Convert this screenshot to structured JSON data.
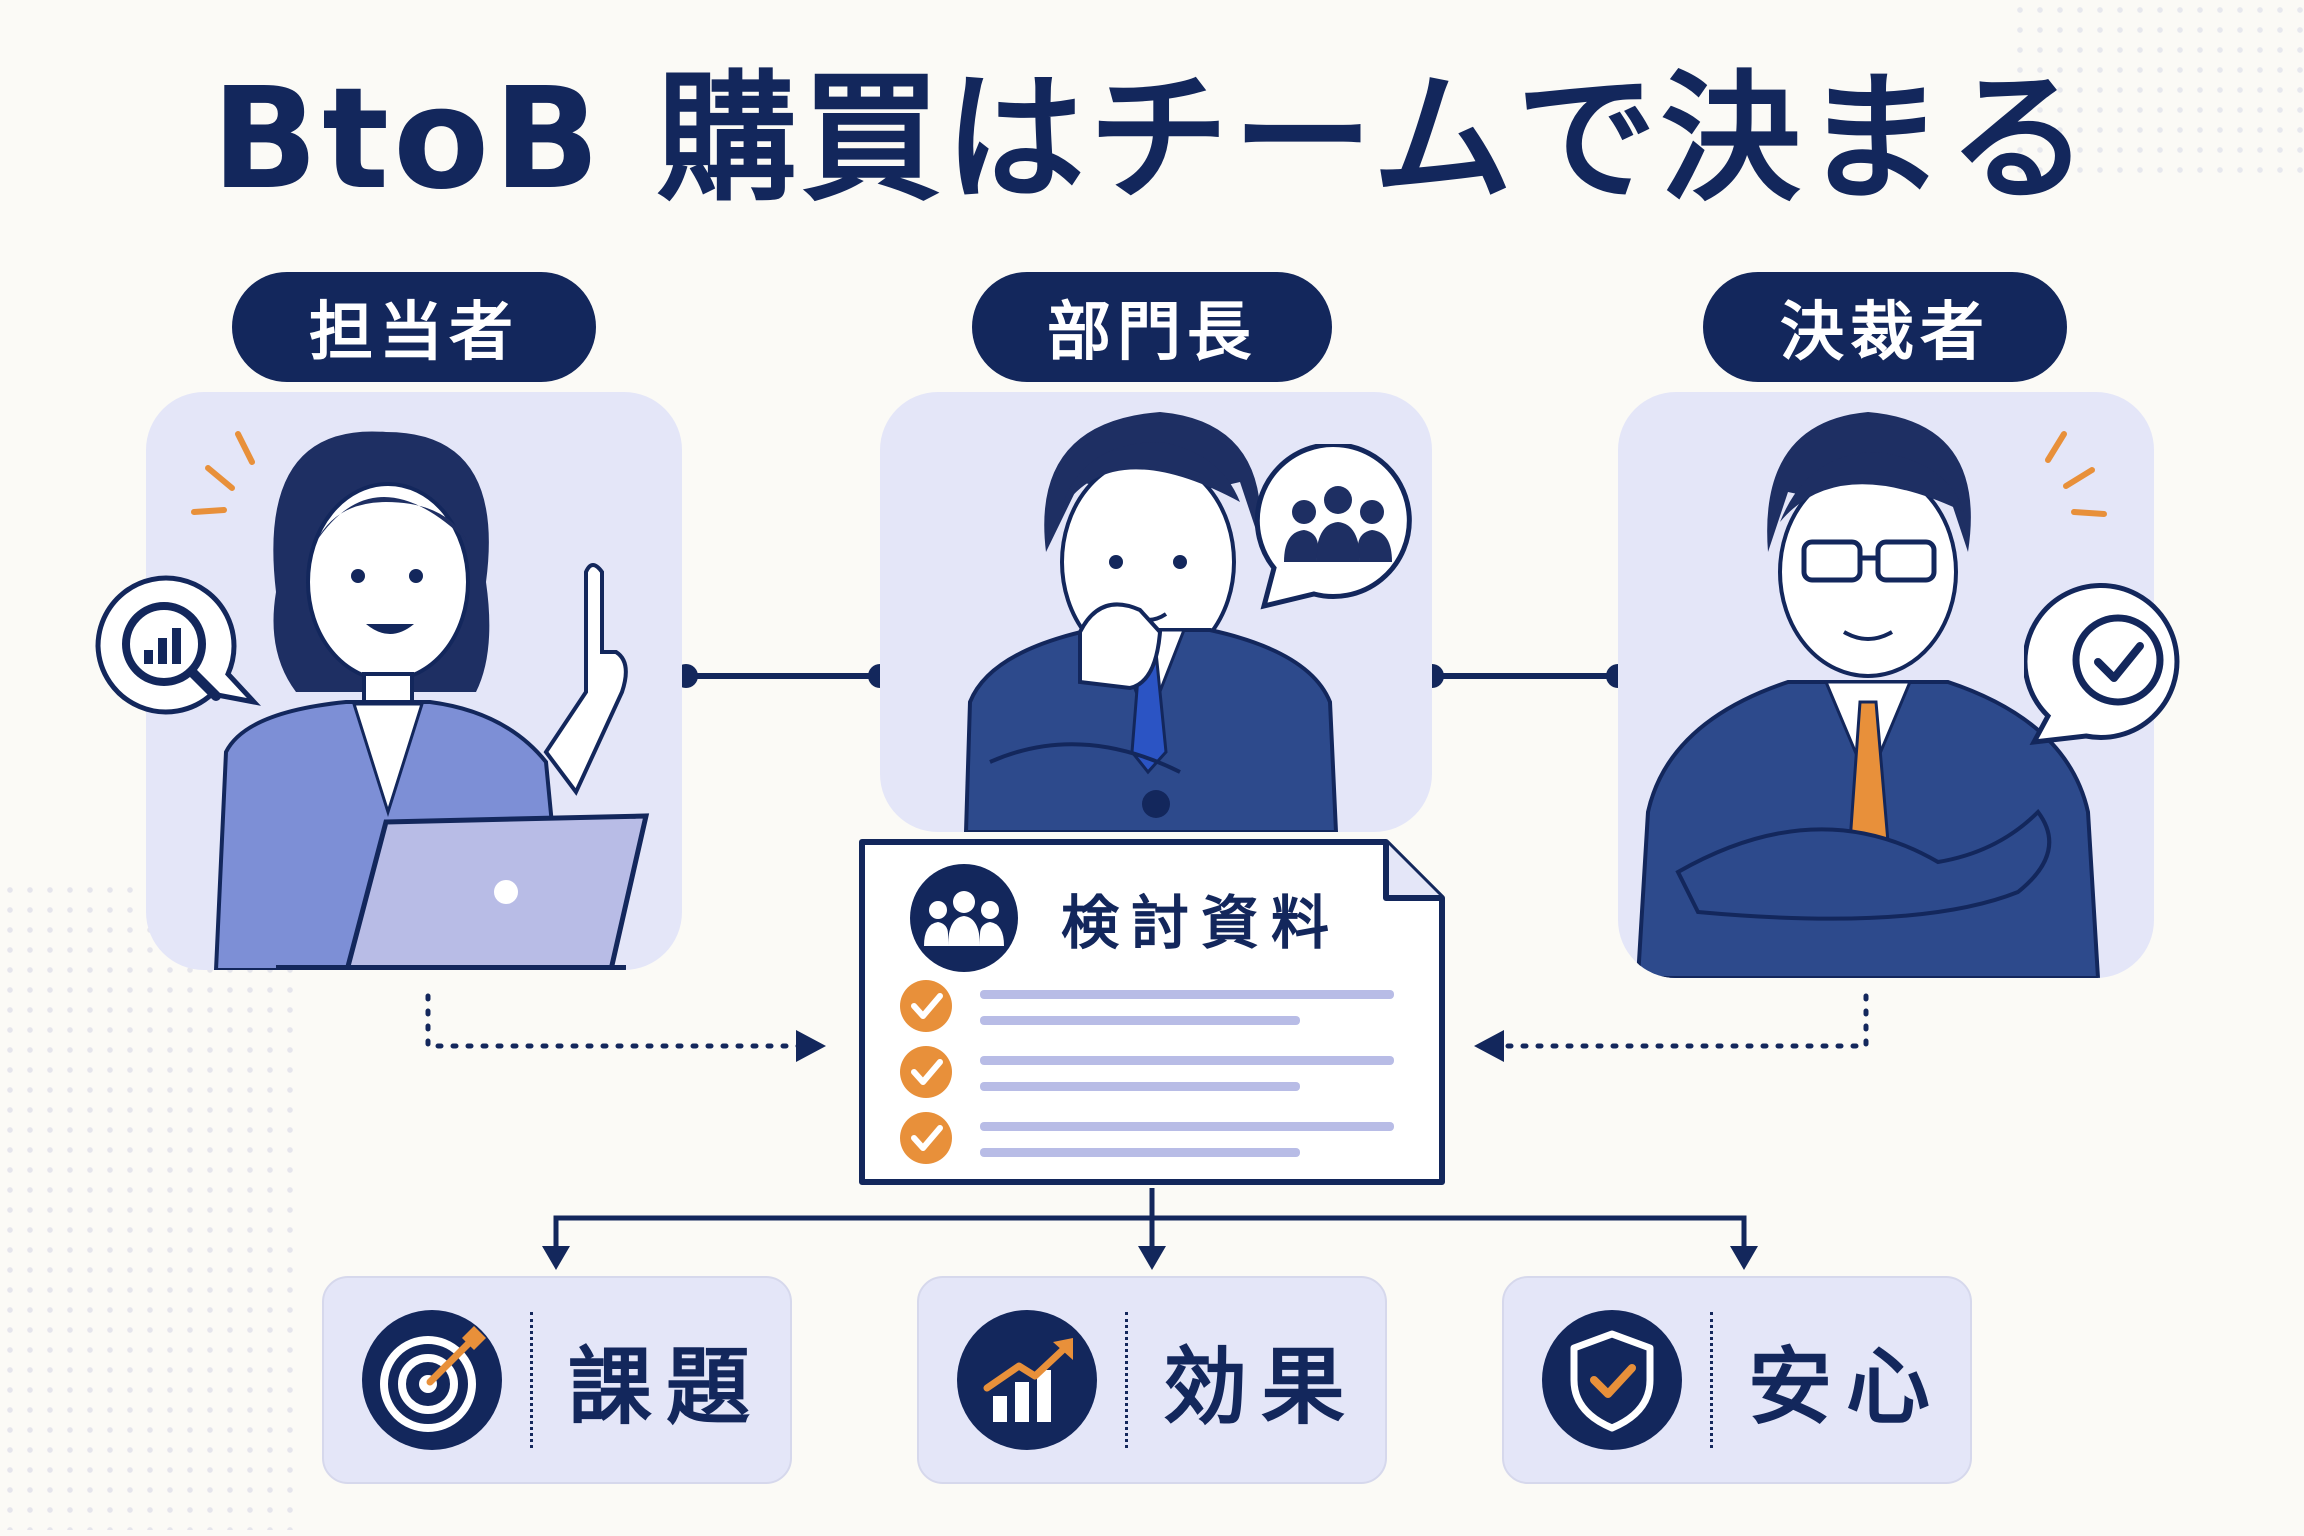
{
  "title": "BtoB 購買はチームで決まる",
  "roles": [
    {
      "label": "担当者",
      "bubble_icon": "analytics-search-icon",
      "person": "staff-woman-with-laptop"
    },
    {
      "label": "部門長",
      "bubble_icon": "team-group-icon",
      "person": "department-head-thinking"
    },
    {
      "label": "決裁者",
      "bubble_icon": "check-approval-icon",
      "person": "executive-arms-crossed"
    }
  ],
  "document": {
    "title": "検討資料",
    "icon": "team-group-icon",
    "checklist_count": 3
  },
  "outcomes": [
    {
      "label": "課題",
      "icon": "target-arrow-icon"
    },
    {
      "label": "効果",
      "icon": "growth-chart-icon"
    },
    {
      "label": "安心",
      "icon": "shield-check-icon"
    }
  ],
  "colors": {
    "navy": "#13275c",
    "card_bg": "#e4e6f8",
    "accent_orange": "#e8903a",
    "suit_blue": "#2d4a8c",
    "staff_blue": "#7d8fd6",
    "background": "#fbfaf6"
  }
}
